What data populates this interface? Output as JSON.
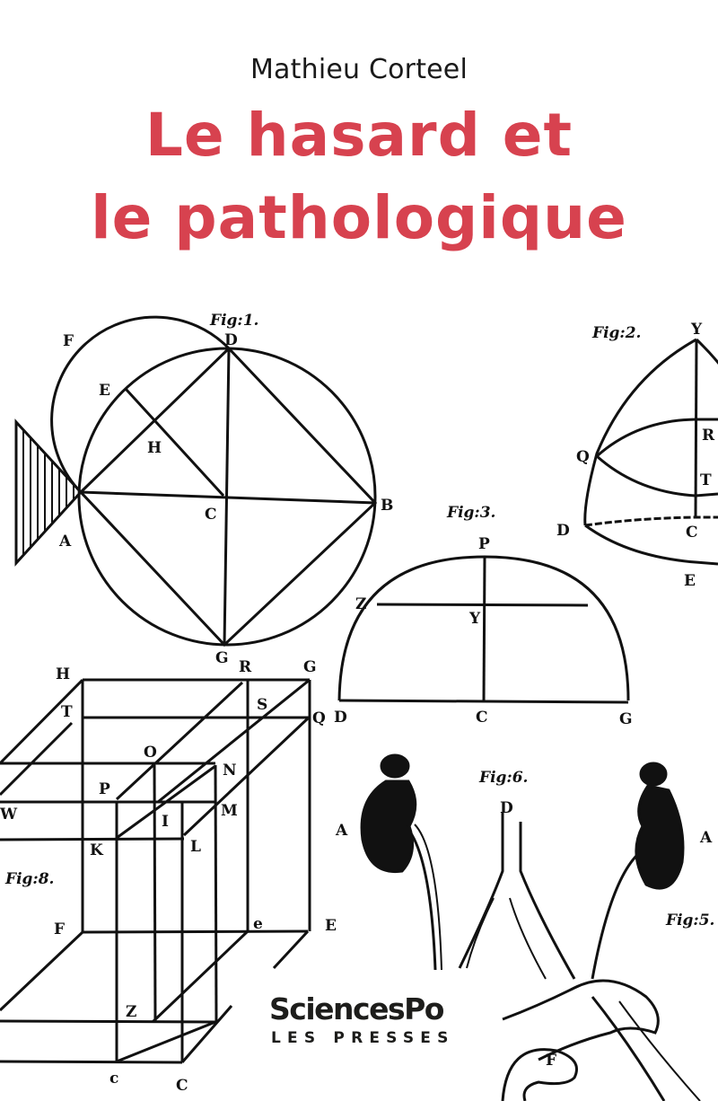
{
  "cover": {
    "author": "Mathieu Corteel",
    "title_line1": "Le hasard et",
    "title_line2": "le pathologique",
    "accent_color": "#d7424f"
  },
  "publisher": {
    "name": "SciencesPo",
    "subtitle": "LES PRESSES"
  },
  "illustrations": {
    "fig1": {
      "caption": "Fig:1.",
      "labels": {
        "F": "F",
        "D": "D",
        "E": "E",
        "H": "H",
        "A": "A",
        "C": "C",
        "B": "B",
        "G": "G"
      }
    },
    "fig2": {
      "caption": "Fig:2.",
      "labels": {
        "Y": "Y",
        "R": "R",
        "Q": "Q",
        "T": "T",
        "D": "D",
        "C": "C",
        "E": "E"
      }
    },
    "fig3": {
      "caption": "Fig:3.",
      "labels": {
        "P": "P",
        "Z": "Z",
        "Y": "Y",
        "D": "D",
        "C": "C",
        "G": "G"
      }
    },
    "fig5": {
      "caption": "Fig:5."
    },
    "fig6": {
      "caption": "Fig:6.",
      "labels": {
        "D": "D",
        "A_left": "A",
        "A_right": "A",
        "F": "F"
      }
    },
    "fig8": {
      "caption": "Fig:8.",
      "labels": {
        "H": "H",
        "R": "R",
        "G": "G",
        "T": "T",
        "S": "S",
        "Q": "Q",
        "O": "O",
        "N": "N",
        "P": "P",
        "W": "W",
        "I": "I",
        "M": "M",
        "K": "K",
        "L": "L",
        "F": "F",
        "e": "e",
        "E": "E",
        "Z": "Z",
        "c": "c",
        "C": "C"
      }
    }
  }
}
